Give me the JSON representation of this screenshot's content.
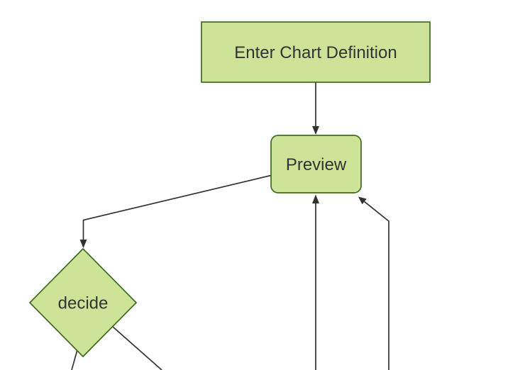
{
  "diagram": {
    "kind": "flowchart",
    "background": "#ffffff",
    "colors": {
      "node_fill": "#cde498",
      "node_stroke": "#3d6d21",
      "edge_stroke": "#333333",
      "arrow_fill": "#333333",
      "label_color": "#333333"
    },
    "nodes": [
      {
        "id": "enter_chart_definition",
        "label": "Enter Chart Definition",
        "shape": "rectangle"
      },
      {
        "id": "preview",
        "label": "Preview",
        "shape": "rounded-rectangle"
      },
      {
        "id": "decide",
        "label": "decide",
        "shape": "diamond"
      }
    ],
    "edges": [
      {
        "from": "enter_chart_definition",
        "to": "preview",
        "arrowhead": true
      },
      {
        "from": "preview",
        "to": "decide",
        "arrowhead": true
      },
      {
        "from": "decide",
        "to": "offscreen_bottom_left",
        "arrowhead": false
      },
      {
        "from": "decide",
        "to": "offscreen_bottom_right",
        "arrowhead": false
      },
      {
        "from": "offscreen_bottom_center",
        "to": "preview",
        "arrowhead": true
      },
      {
        "from": "offscreen_bottom_right",
        "to": "preview",
        "arrowhead": true
      }
    ]
  }
}
